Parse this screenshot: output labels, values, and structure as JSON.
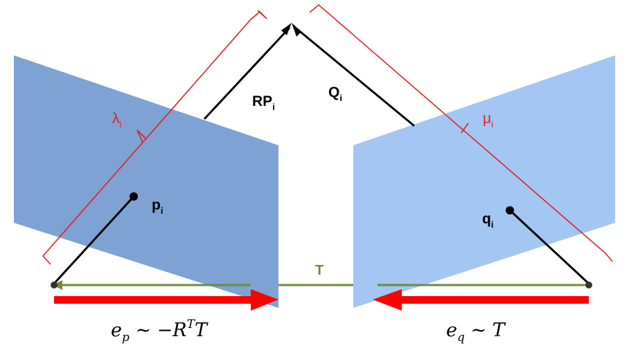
{
  "colors": {
    "left_plane": "#7fa2d4",
    "right_plane": "#a3c6f2",
    "bracket": "#e02020",
    "ray": "#000000",
    "baseline": "#6e8a3c",
    "arrow": "#ff0000",
    "label_dark": "#000000",
    "label_red": "#e02020",
    "label_green": "#6e8a3c"
  },
  "labels": {
    "rp": "RP",
    "rp_sub": "i",
    "q": "Q",
    "q_sub": "i",
    "lambda": "λ",
    "lambda_sub": "i",
    "mu": "μ",
    "mu_sub": "i",
    "p": "p",
    "p_sub": "i",
    "qi": "q",
    "qi_sub": "i",
    "t": "T"
  },
  "equations": {
    "ep": {
      "e": "e",
      "sub": "p",
      "rhs_prefix": " ∼ −",
      "R": "R",
      "sup": "T",
      "tail": "T"
    },
    "eq": {
      "e": "e",
      "sub": "q",
      "rhs_prefix": " ∼ ",
      "tail": "T"
    }
  }
}
